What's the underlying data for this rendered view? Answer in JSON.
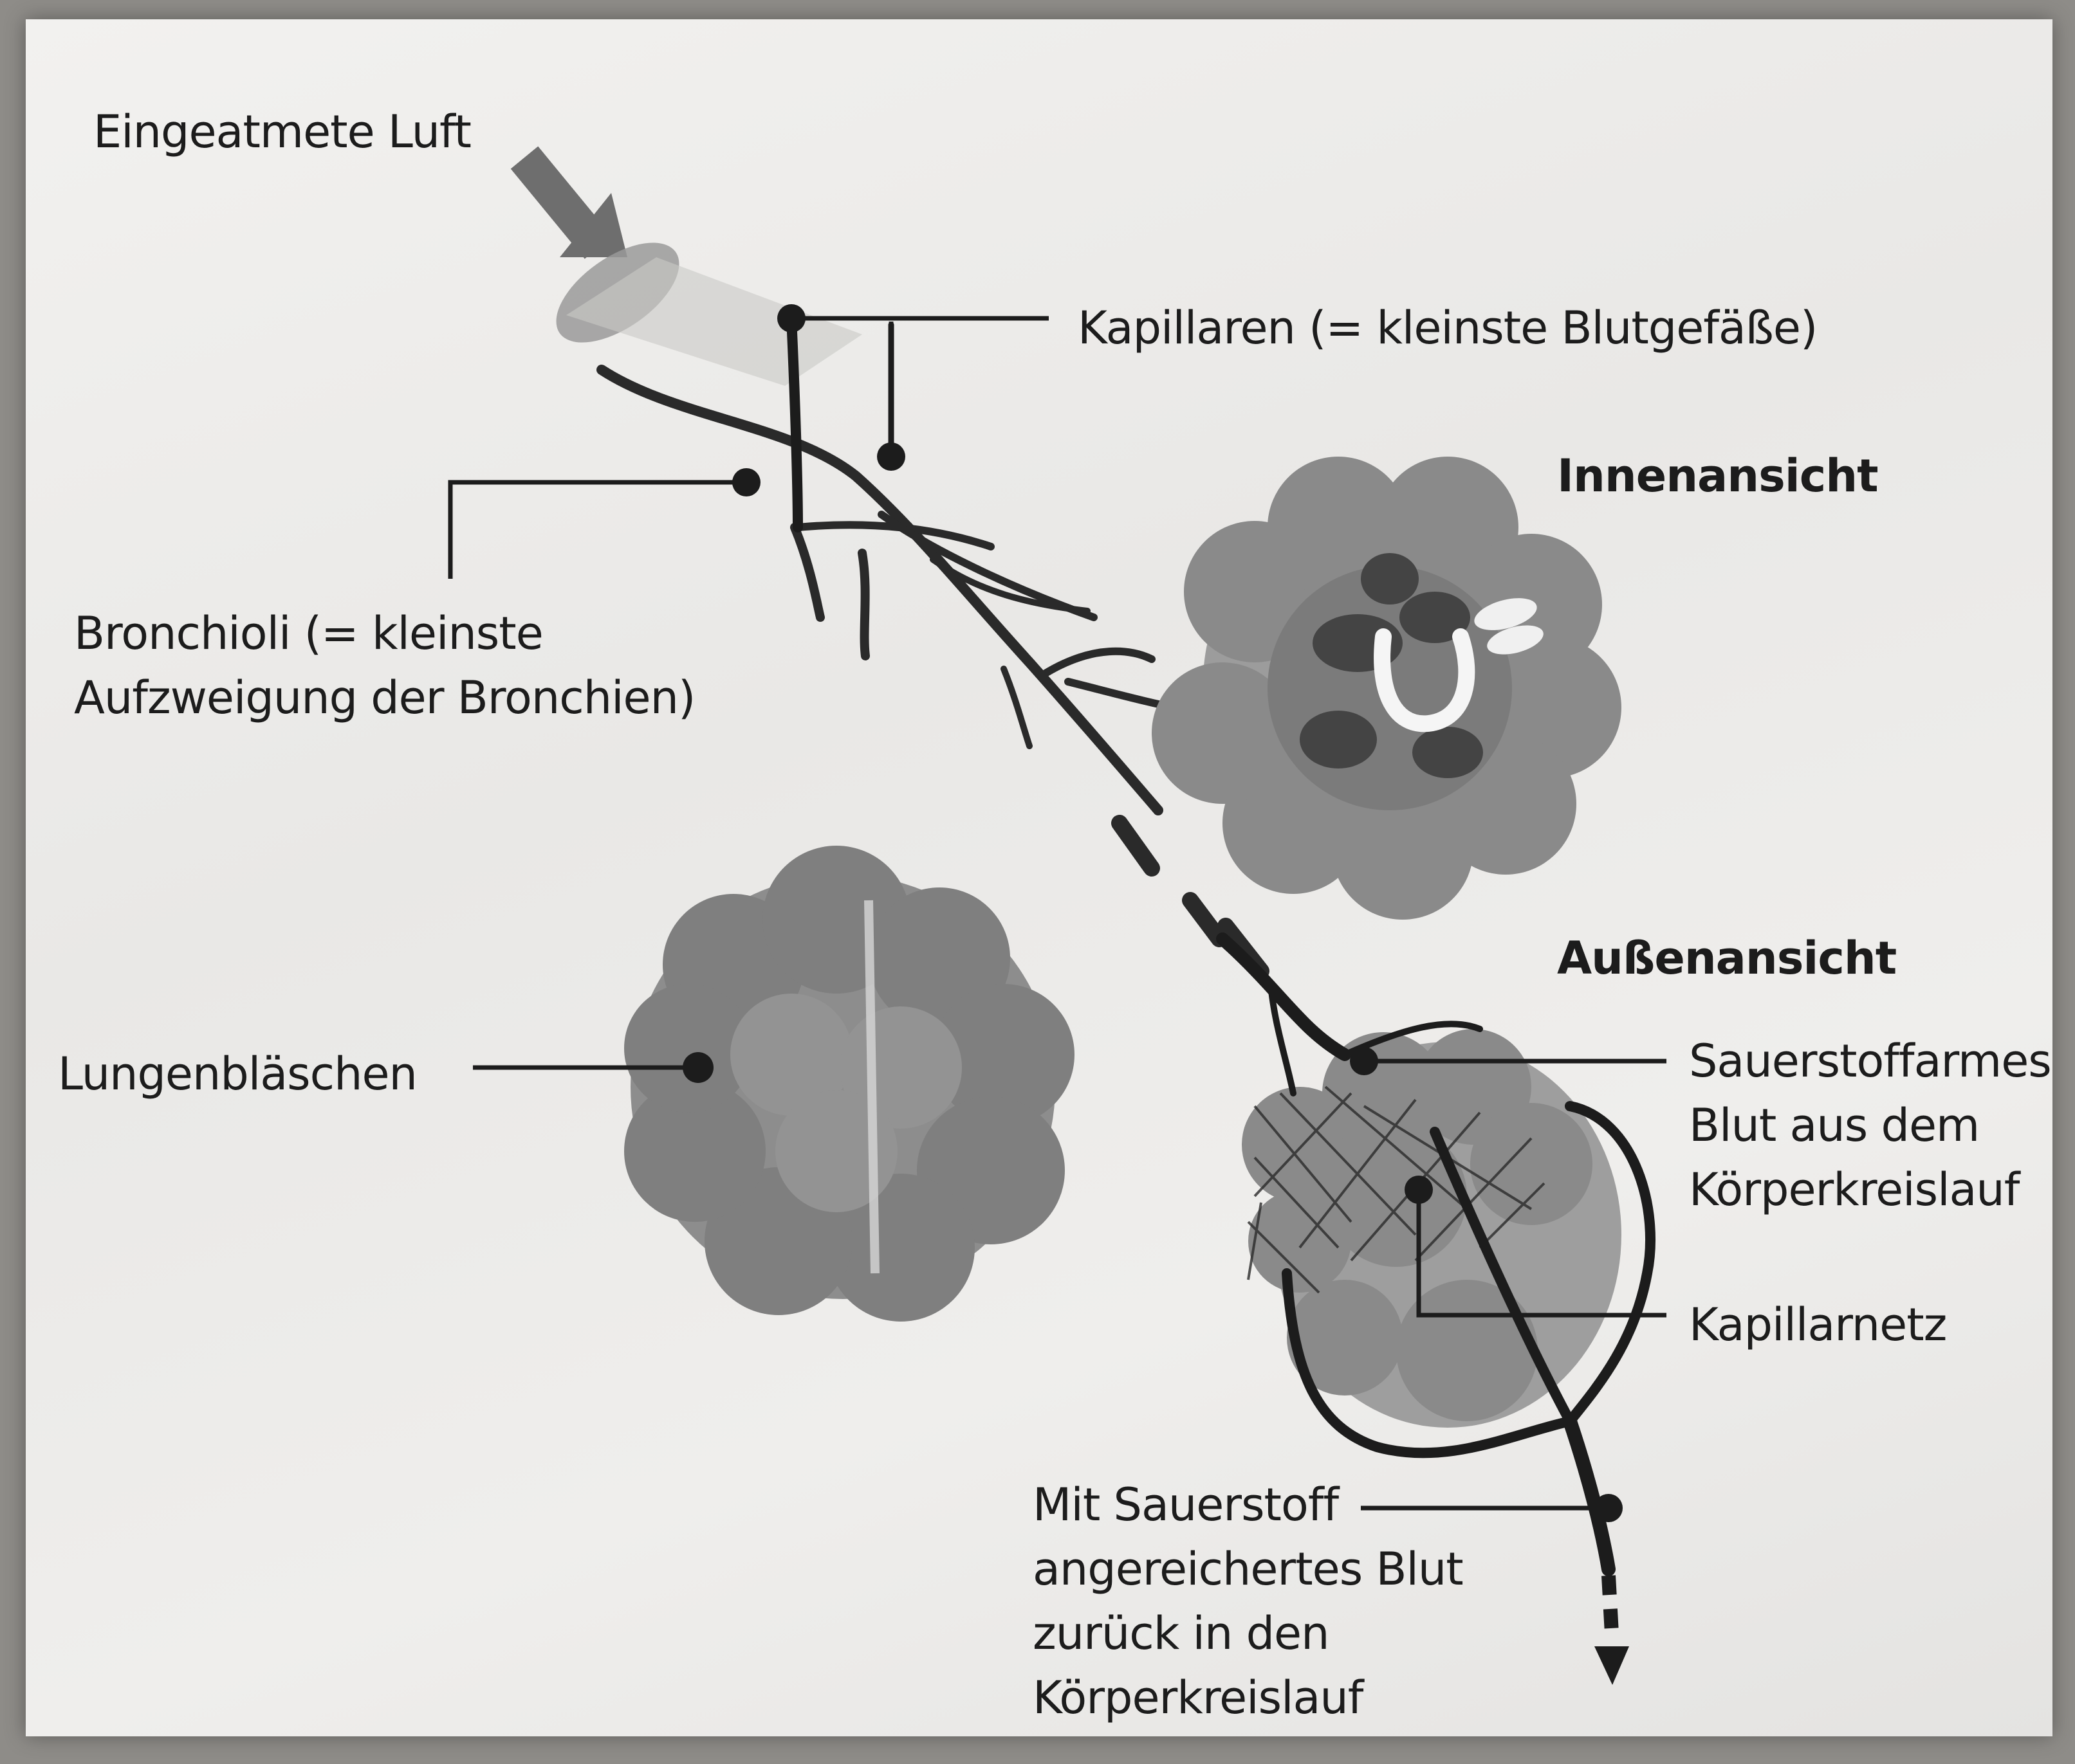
{
  "labels": {
    "inhaled_air": "Eingeatmete Luft",
    "capillaries": "Kapillaren (= kleinste Blutgefäße)",
    "inner_view": "Innenansicht",
    "bronchioles": [
      "Bronchioli (= kleinste",
      "Aufzweigung der Bronchien)"
    ],
    "alveoli": "Lungenbläschen",
    "outer_view": "Außenansicht",
    "deoxygenated_blood": [
      "Sauerstoffarmes",
      "Blut aus dem",
      "Körperkreislauf"
    ],
    "capillary_network": "Kapillarnetz",
    "oxygenated_blood": [
      "Mit Sauerstoff",
      "angereichertes Blut",
      "zurück in den",
      "Körperkreislauf"
    ]
  },
  "colors": {
    "paper": "#eeedeb",
    "ink": "#1c1c1c",
    "alveolus_gray": "#8f8f8f",
    "alveolus_dark": "#555555"
  }
}
